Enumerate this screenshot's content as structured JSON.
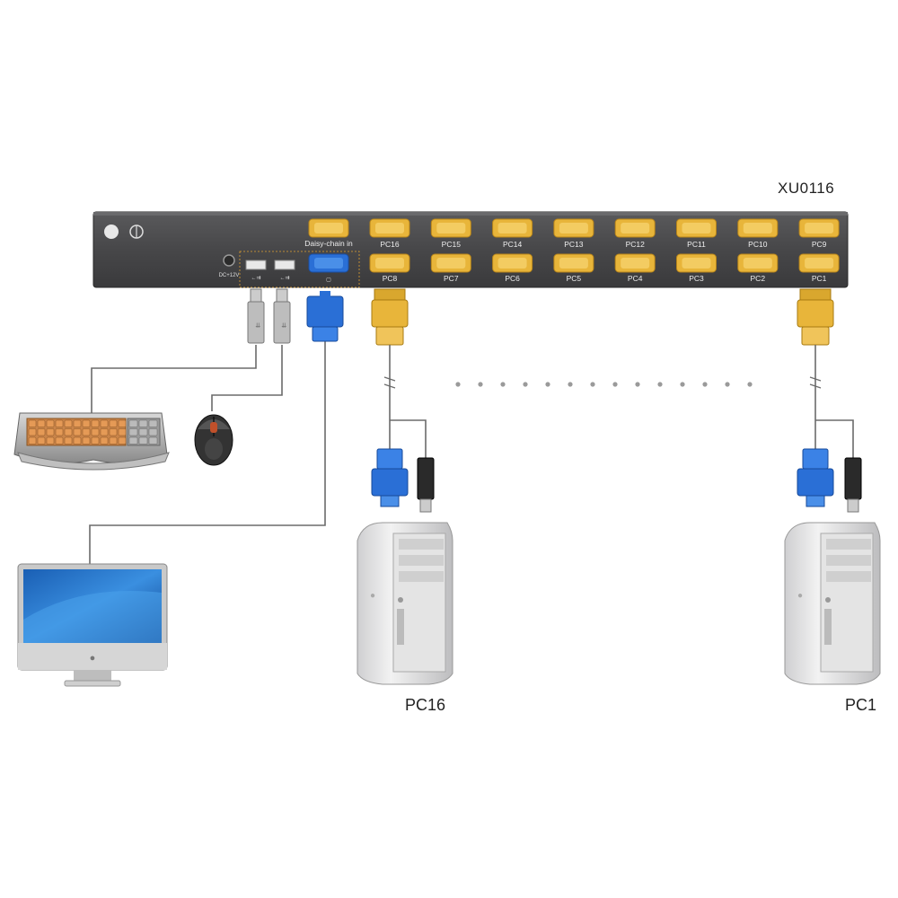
{
  "model": "XU0116",
  "kvm": {
    "power_label": "DC+12V",
    "daisy_chain_label": "Daisy-chain in",
    "top_row_ports": [
      "PC16",
      "PC15",
      "PC14",
      "PC13",
      "PC12",
      "PC11",
      "PC10",
      "PC9"
    ],
    "bottom_row_ports": [
      "PC8",
      "PC7",
      "PC6",
      "PC5",
      "PC4",
      "PC3",
      "PC2",
      "PC1"
    ],
    "usb_label_1": "←⇉",
    "usb_label_2": "←⇉"
  },
  "computers": {
    "left": "PC16",
    "right": "PC1"
  },
  "colors": {
    "kvm_body": "#4a4a4c",
    "vga_port": "#e8b53a",
    "vga_blue": "#2a6fd6",
    "cable": "#6b6b6b",
    "dots": "#9a9a9a"
  },
  "icons": [
    "power-jack-icon",
    "usb-port-icon",
    "vga-port-icon",
    "keyboard-icon",
    "mouse-icon",
    "monitor-icon",
    "tower-pc-icon",
    "apple-logo-icon",
    "usb-plug-icon",
    "vga-plug-icon"
  ]
}
